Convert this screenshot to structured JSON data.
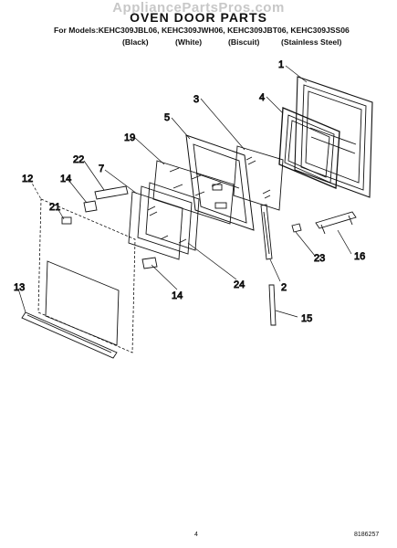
{
  "watermark": "AppliancePartsPros.com",
  "title": "OVEN DOOR PARTS",
  "models_line": "For Models:KEHC309JBL06, KEHC309JWH06, KEHC309JBT06, KEHC309JSS06",
  "variants": [
    "(Black)",
    "(White)",
    "(Biscuit)",
    "(Stainless Steel)"
  ],
  "callouts": [
    "1",
    "4",
    "3",
    "5",
    "19",
    "22",
    "7",
    "12",
    "14",
    "21",
    "13",
    "14",
    "24",
    "2",
    "23",
    "16",
    "15"
  ],
  "footer": {
    "page": "4",
    "doc": "8186257"
  },
  "colors": {
    "line": "#111111",
    "watermark": "#c8c8c8"
  }
}
